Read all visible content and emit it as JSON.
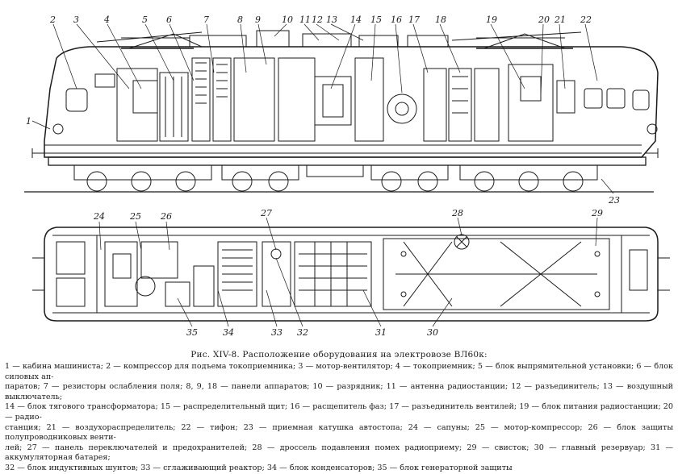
{
  "caption": "Рис. XIV-8. Расположение оборудования на электровозе ВЛ60к:",
  "legend_lines": [
    "1 — кабина машиниста; 2 — компрессор для подъема токоприемника; 3 — мотор-вентилятор; 4 — токоприемник; 5 — блок выпрямительной установки; 6 — блок силовых ап-",
    "паратов; 7 — резисторы ослабления поля; 8, 9, 18 — панели аппаратов; 10 — разрядник; 11 — антенна радиостанции; 12 — разъединитель; 13 — воздушный выключатель;",
    "14 — блок тягового трансформатора; 15 — распределительный щит; 16 — расщепитель фаз; 17 — разъединитель вентилей; 19 — блок питания радиостанции; 20 — радио-",
    "станция; 21 — воздухораспределитель; 22 — тифон; 23 — приемная катушка автостопа; 24 — сапуны; 25 — мотор-компрессор; 26 — блок защиты полупроводниковых венти-",
    "лей; 27 — панель переключателей и предохранителей; 28 — дроссель подавления помех радиоприему; 29 — свисток; 30 — главный резервуар; 31 — аккумуляторная батарея;",
    "32 — блок индуктивных шунтов; 33 — сглаживающий реактор; 34 — блок конденсаторов; 35 — блок генераторной защиты"
  ],
  "callouts_top": [
    "1",
    "2",
    "3",
    "4",
    "5",
    "6",
    "7",
    "8",
    "9",
    "10",
    "11",
    "12",
    "13",
    "14",
    "15",
    "16",
    "17",
    "18",
    "19",
    "20",
    "21",
    "22",
    "23"
  ],
  "callouts_plan": [
    "24",
    "25",
    "26",
    "27",
    "28",
    "29",
    "30",
    "31",
    "32",
    "33",
    "34",
    "35"
  ]
}
